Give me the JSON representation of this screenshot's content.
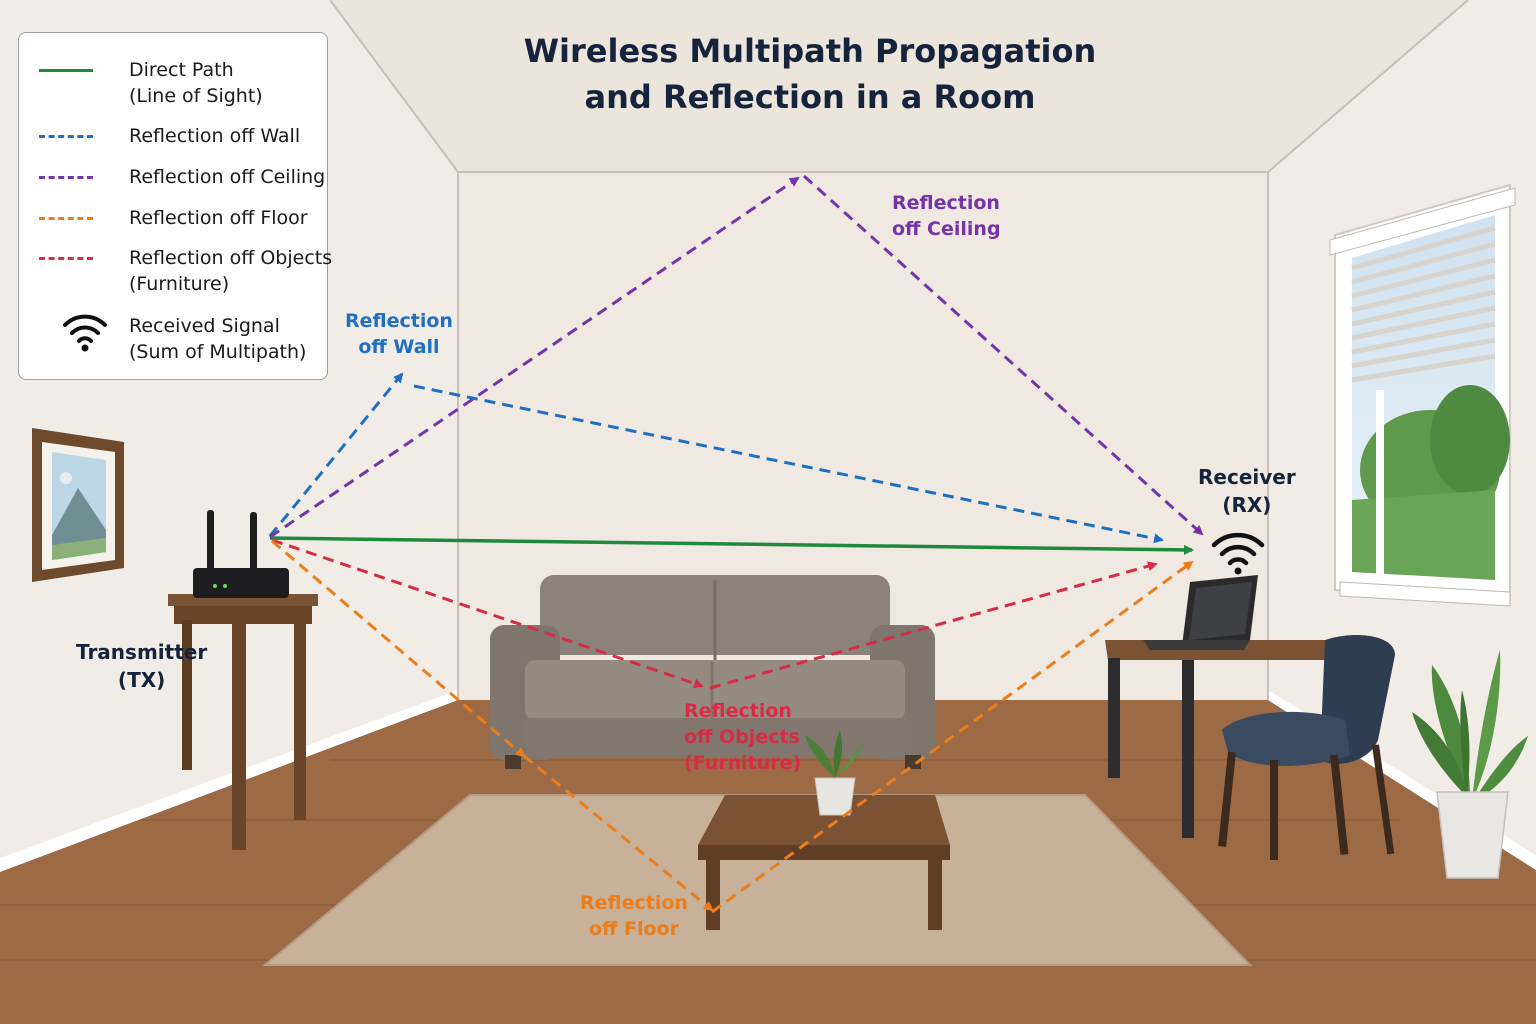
{
  "title_line1": "Wireless Multipath Propagation",
  "title_line2": "and Reflection in a Room",
  "colors": {
    "direct": "#1f8a3b",
    "wall": "#1f6fc2",
    "ceiling": "#7335a8",
    "floor": "#ea7d1c",
    "objects": "#d62c45",
    "text_dark": "#16233d"
  },
  "legend": {
    "direct_line1": "Direct Path",
    "direct_line2": "(Line of Sight)",
    "wall": "Reflection off Wall",
    "ceiling": "Reflection off Ceiling",
    "floor": "Reflection off Floor",
    "objects_line1": "Reflection off Objects",
    "objects_line2": "(Furniture)",
    "received_line1": "Received Signal",
    "received_line2": "(Sum of Multipath)",
    "received_icon": "wifi-icon"
  },
  "labels": {
    "wall_line1": "Reflection",
    "wall_line2": "off Wall",
    "ceiling_line1": "Reflection",
    "ceiling_line2": "off Ceiling",
    "objects_line1": "Reflection",
    "objects_line2": "off Objects",
    "objects_line3": "(Furniture)",
    "floor_line1": "Reflection",
    "floor_line2": "off Floor",
    "transmitter_line1": "Transmitter",
    "transmitter_line2": "(TX)",
    "receiver_line1": "Receiver",
    "receiver_line2": "(RX)"
  }
}
